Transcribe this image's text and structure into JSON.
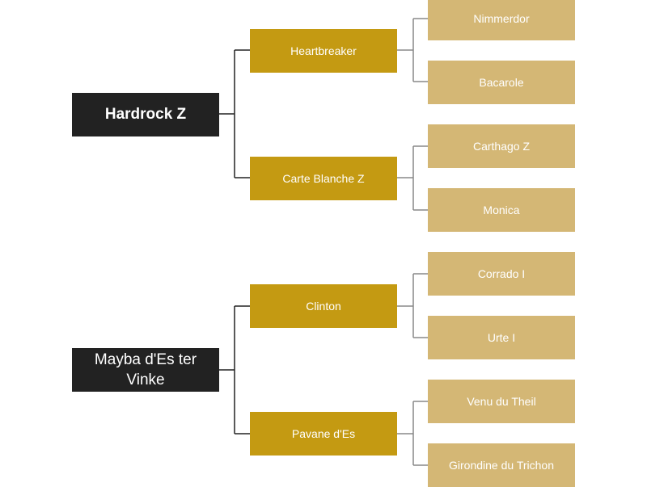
{
  "pedigree": {
    "sire": {
      "name": "Hardrock Z",
      "sire": {
        "name": "Heartbreaker",
        "sire": "Nimmerdor",
        "dam": "Bacarole"
      },
      "dam": {
        "name": "Carte Blanche Z",
        "sire": "Carthago Z",
        "dam": "Monica"
      }
    },
    "dam": {
      "name": "Mayba d'Es ter Vinke",
      "sire": {
        "name": "Clinton",
        "sire": "Corrado I",
        "dam": "Urte I"
      },
      "dam": {
        "name": "Pavane d'Es",
        "sire": "Venu du Theil",
        "dam": "Girondine du Trichon"
      }
    }
  },
  "colors": {
    "root": "#222222",
    "parents": "#c49a12",
    "grandparents": "#d4b775",
    "connector_dark": "#222222",
    "connector_light": "#888888"
  }
}
